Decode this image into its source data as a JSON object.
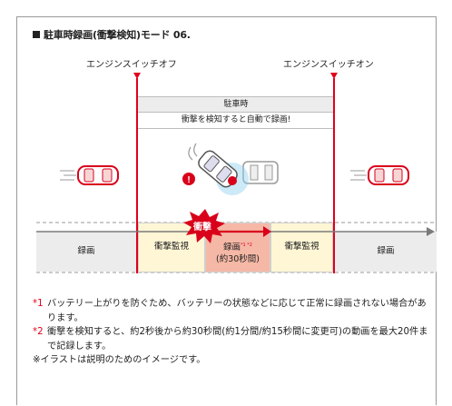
{
  "heading": {
    "text": "駐車時録画(衝撃検知)モード 06."
  },
  "markers": {
    "engine_off": "エンジンスイッチオフ",
    "engine_on": "エンジンスイッチオン"
  },
  "parking_box": {
    "title": "駐車時",
    "subtitle": "衝撃を検知すると自動で録画!"
  },
  "impact_burst": {
    "label": "衝撃"
  },
  "timeline": {
    "recording_left": "録画",
    "shock_monitor_1": "衝撃監視",
    "recording_event": "録画",
    "recording_event_sup": "*1 *2",
    "recording_event_sub": "(約30秒間)",
    "shock_monitor_2": "衝撃監視",
    "recording_right": "録画"
  },
  "notes": [
    {
      "mark": "*1",
      "text": "バッテリー上がりを防ぐため、バッテリーの状態などに応じて正常に録画されない場合があります。"
    },
    {
      "mark": "*2",
      "text": "衝撃を検知すると、約2秒後から約30秒間(約1分間/約15秒間に変更可)の動画を最大20件まで記録します。"
    },
    {
      "mark": "",
      "text": "※イラストは説明のためのイメージです。"
    }
  ],
  "colors": {
    "accent_red": "#e0001b",
    "pale_yellow": "#fff6d5",
    "gray_band": "#ececec",
    "pink_band": "#f6b8a6"
  }
}
